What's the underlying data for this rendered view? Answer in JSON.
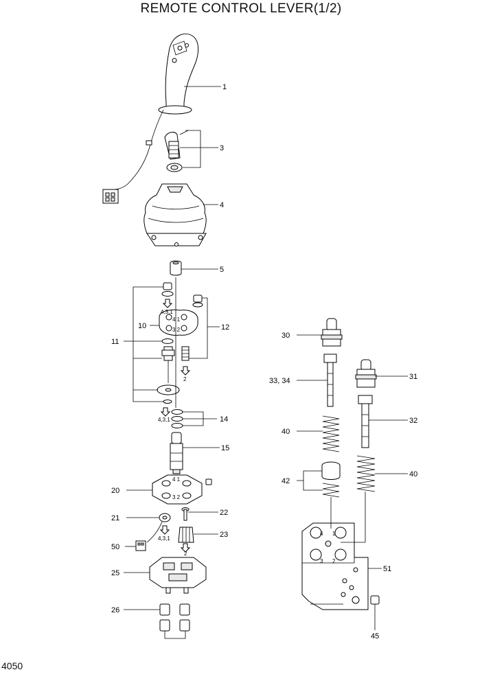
{
  "title": "REMOTE CONTROL LEVER(1/2)",
  "page_number": "4050",
  "callouts": {
    "c1": "1",
    "c3": "3",
    "c4": "4",
    "c5": "5",
    "c10": "10",
    "c11": "11",
    "c12": "12",
    "c14": "14",
    "c15": "15",
    "c20": "20",
    "c21": "21",
    "c22": "22",
    "c23": "23",
    "c25": "25",
    "c26": "26",
    "c30": "30",
    "c31": "31",
    "c32": "32",
    "c3334": "33, 34",
    "c40a": "40",
    "c40b": "40",
    "c42": "42",
    "c45": "45",
    "c50": "50",
    "c51": "51"
  },
  "port_labels": {
    "plate10_top": "4 1",
    "plate10_bot": "3 2",
    "plate20_top": "4 1",
    "plate20_bot": "3 2",
    "block_top_4": "4",
    "block_top_1": "1",
    "block_bot_3": "3",
    "block_bot_2": "2"
  },
  "arrow_labels": {
    "a431_1": "4,3,1",
    "a2_1": "2",
    "a431_2": "4,3,1",
    "a431_3": "4,3,1",
    "a2_2": "2"
  }
}
